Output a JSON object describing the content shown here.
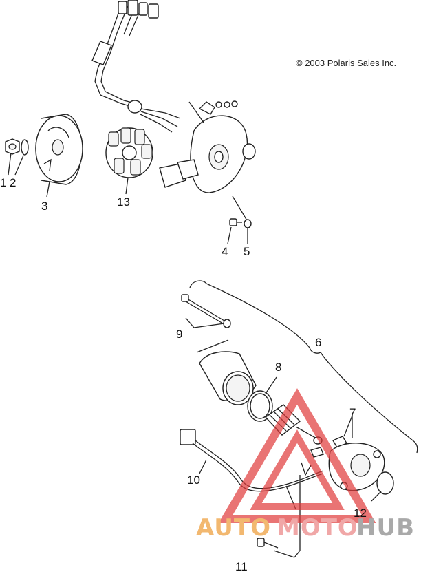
{
  "copyright": "© 2003 Polaris Sales Inc.",
  "callouts": [
    "1",
    "2",
    "3",
    "4",
    "5",
    "6",
    "7",
    "8",
    "9",
    "10",
    "11",
    "12",
    "13"
  ],
  "watermark": {
    "part1": "AUTO",
    "part2": "MOTO",
    "part3": "HUB"
  },
  "colors": {
    "watermark_red": "#e03a3a",
    "watermark_orange": "#f2b870",
    "watermark_gray": "#a9a9a9"
  }
}
